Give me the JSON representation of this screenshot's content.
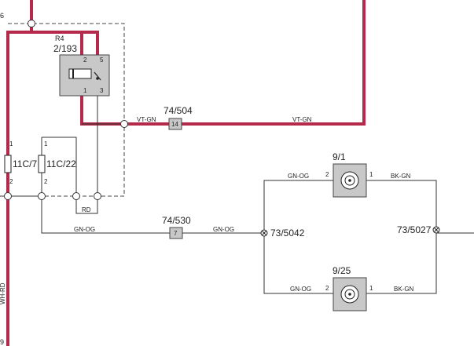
{
  "colors": {
    "red_wire": "#b5294a",
    "component_fill": "#c8c8c8",
    "wire": "#333333"
  },
  "top_left_mark": "6",
  "relay": {
    "ref": "R4",
    "connector": "2/193",
    "pins": {
      "p2": "2",
      "p5": "5",
      "p1": "1",
      "p3": "3"
    }
  },
  "wire_labels": {
    "vt_gn_left": "VT-GN",
    "vt_gn_right": "VT-GN",
    "gn_og_left": "GN-OG",
    "gn_og_mid": "GN-OG",
    "gn_og_top": "GN-OG",
    "gn_og_bottom": "GN-OG",
    "bk_gn_top": "BK-GN",
    "bk_gn_bottom": "BK-GN",
    "rd": "RD",
    "wh_rd": "WH-RD"
  },
  "connectors": {
    "c14": {
      "ref": "74/504",
      "pin": "14"
    },
    "c7": {
      "ref": "74/530",
      "pin": "7"
    }
  },
  "fuses": {
    "f1": {
      "ref": "11C/7",
      "pin_top": "1",
      "pin_bottom": "2"
    },
    "f2": {
      "ref": "11C/22",
      "pin_top": "1",
      "pin_bottom": "2"
    }
  },
  "splices": {
    "s1": "73/5042",
    "s2": "73/5027"
  },
  "speakers": {
    "top": {
      "ref": "9/1",
      "pin_left": "2",
      "pin_right": "1"
    },
    "bottom": {
      "ref": "9/25",
      "pin_left": "2",
      "pin_right": "1"
    }
  },
  "bottom_left_mark": "9"
}
